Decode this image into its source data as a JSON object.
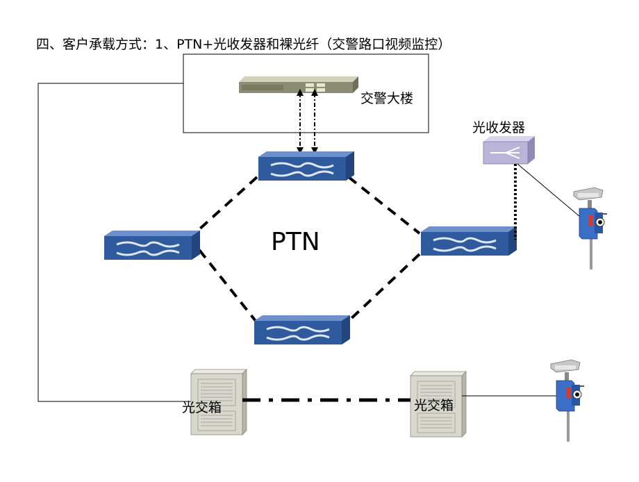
{
  "title": "四、客户承载方式：1、PTN+光收发器和裸光纤（交警路口视频监控）",
  "building_label": "交警大楼",
  "transceiver_label": "光收发器",
  "ptn_label": "PTN",
  "cabinet_left_label": "光交箱",
  "cabinet_right_label": "光交箱",
  "colors": {
    "switch_top": "#5f85c4",
    "switch_front": "#2f5a9e",
    "switch_side": "#23457e",
    "transceiver": "#b9b4d8",
    "cabinet": "#d8d8cc",
    "server": "#8c8c74"
  },
  "icons": [
    "server-icon",
    "switch-icon",
    "transceiver-icon",
    "cabinet-icon",
    "camera-icon"
  ]
}
